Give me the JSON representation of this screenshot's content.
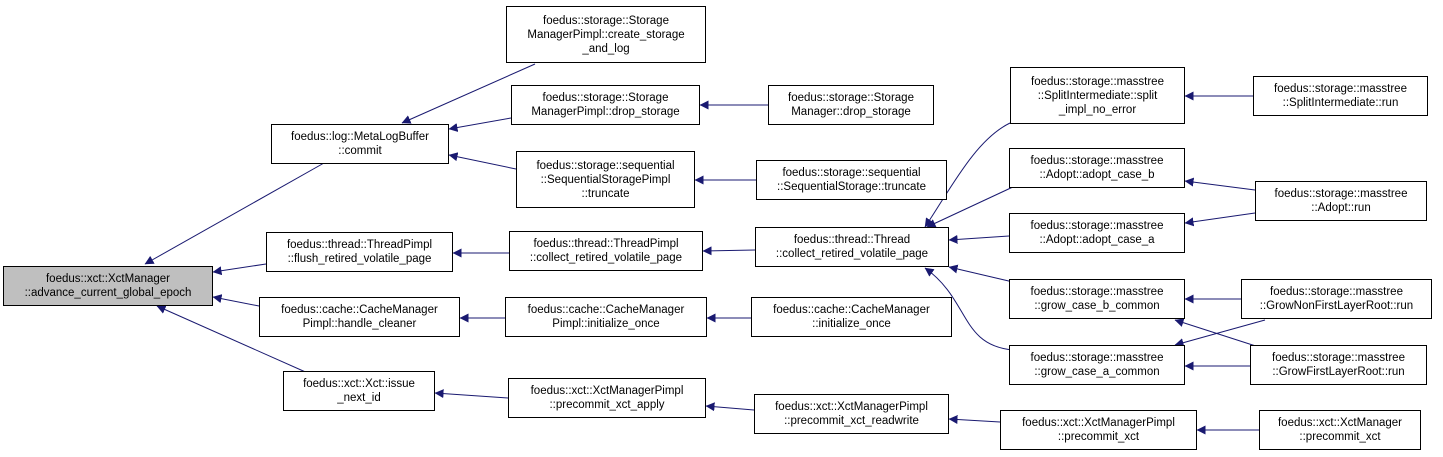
{
  "colors": {
    "edge": "#191970",
    "root_fill": "#bfbfbf",
    "node_fill": "#ffffff",
    "border": "#000000"
  },
  "nodes": {
    "root": [
      "foedus::xct::XctManager",
      "::advance_current_global_epoch"
    ],
    "commit": [
      "foedus::log::MetaLogBuffer",
      "::commit"
    ],
    "flush": [
      "foedus::thread::ThreadPimpl",
      "::flush_retired_volatile_page"
    ],
    "handle_cleaner": [
      "foedus::cache::CacheManager",
      "Pimpl::handle_cleaner"
    ],
    "issue_next_id": [
      "foedus::xct::Xct::issue",
      "_next_id"
    ],
    "create_storage": [
      "foedus::storage::Storage",
      "ManagerPimpl::create_storage",
      "_and_log"
    ],
    "drop_pimpl": [
      "foedus::storage::Storage",
      "ManagerPimpl::drop_storage"
    ],
    "seq_truncate_pimpl": [
      "foedus::storage::sequential",
      "::SequentialStoragePimpl",
      "::truncate"
    ],
    "collect_pimpl": [
      "foedus::thread::ThreadPimpl",
      "::collect_retired_volatile_page"
    ],
    "init_once_pimpl": [
      "foedus::cache::CacheManager",
      "Pimpl::initialize_once"
    ],
    "precommit_apply": [
      "foedus::xct::XctManagerPimpl",
      "::precommit_xct_apply"
    ],
    "drop_mgr": [
      "foedus::storage::Storage",
      "Manager::drop_storage"
    ],
    "seq_truncate": [
      "foedus::storage::sequential",
      "::SequentialStorage::truncate"
    ],
    "collect_thread": [
      "foedus::thread::Thread",
      "::collect_retired_volatile_page"
    ],
    "init_once_mgr": [
      "foedus::cache::CacheManager",
      "::initialize_once"
    ],
    "precommit_rw": [
      "foedus::xct::XctManagerPimpl",
      "::precommit_xct_readwrite"
    ],
    "split_impl": [
      "foedus::storage::masstree",
      "::SplitIntermediate::split",
      "_impl_no_error"
    ],
    "adopt_b": [
      "foedus::storage::masstree",
      "::Adopt::adopt_case_b"
    ],
    "adopt_a": [
      "foedus::storage::masstree",
      "::Adopt::adopt_case_a"
    ],
    "grow_b": [
      "foedus::storage::masstree",
      "::grow_case_b_common"
    ],
    "grow_a": [
      "foedus::storage::masstree",
      "::grow_case_a_common"
    ],
    "precommit_xct": [
      "foedus::xct::XctManagerPimpl",
      "::precommit_xct"
    ],
    "split_run": [
      "foedus::storage::masstree",
      "::SplitIntermediate::run"
    ],
    "adopt_run": [
      "foedus::storage::masstree",
      "::Adopt::run"
    ],
    "grow_nonfirst": [
      "foedus::storage::masstree",
      "::GrowNonFirstLayerRoot::run"
    ],
    "grow_first": [
      "foedus::storage::masstree",
      "::GrowFirstLayerRoot::run"
    ],
    "xm_precommit": [
      "foedus::xct::XctManager",
      "::precommit_xct"
    ]
  }
}
